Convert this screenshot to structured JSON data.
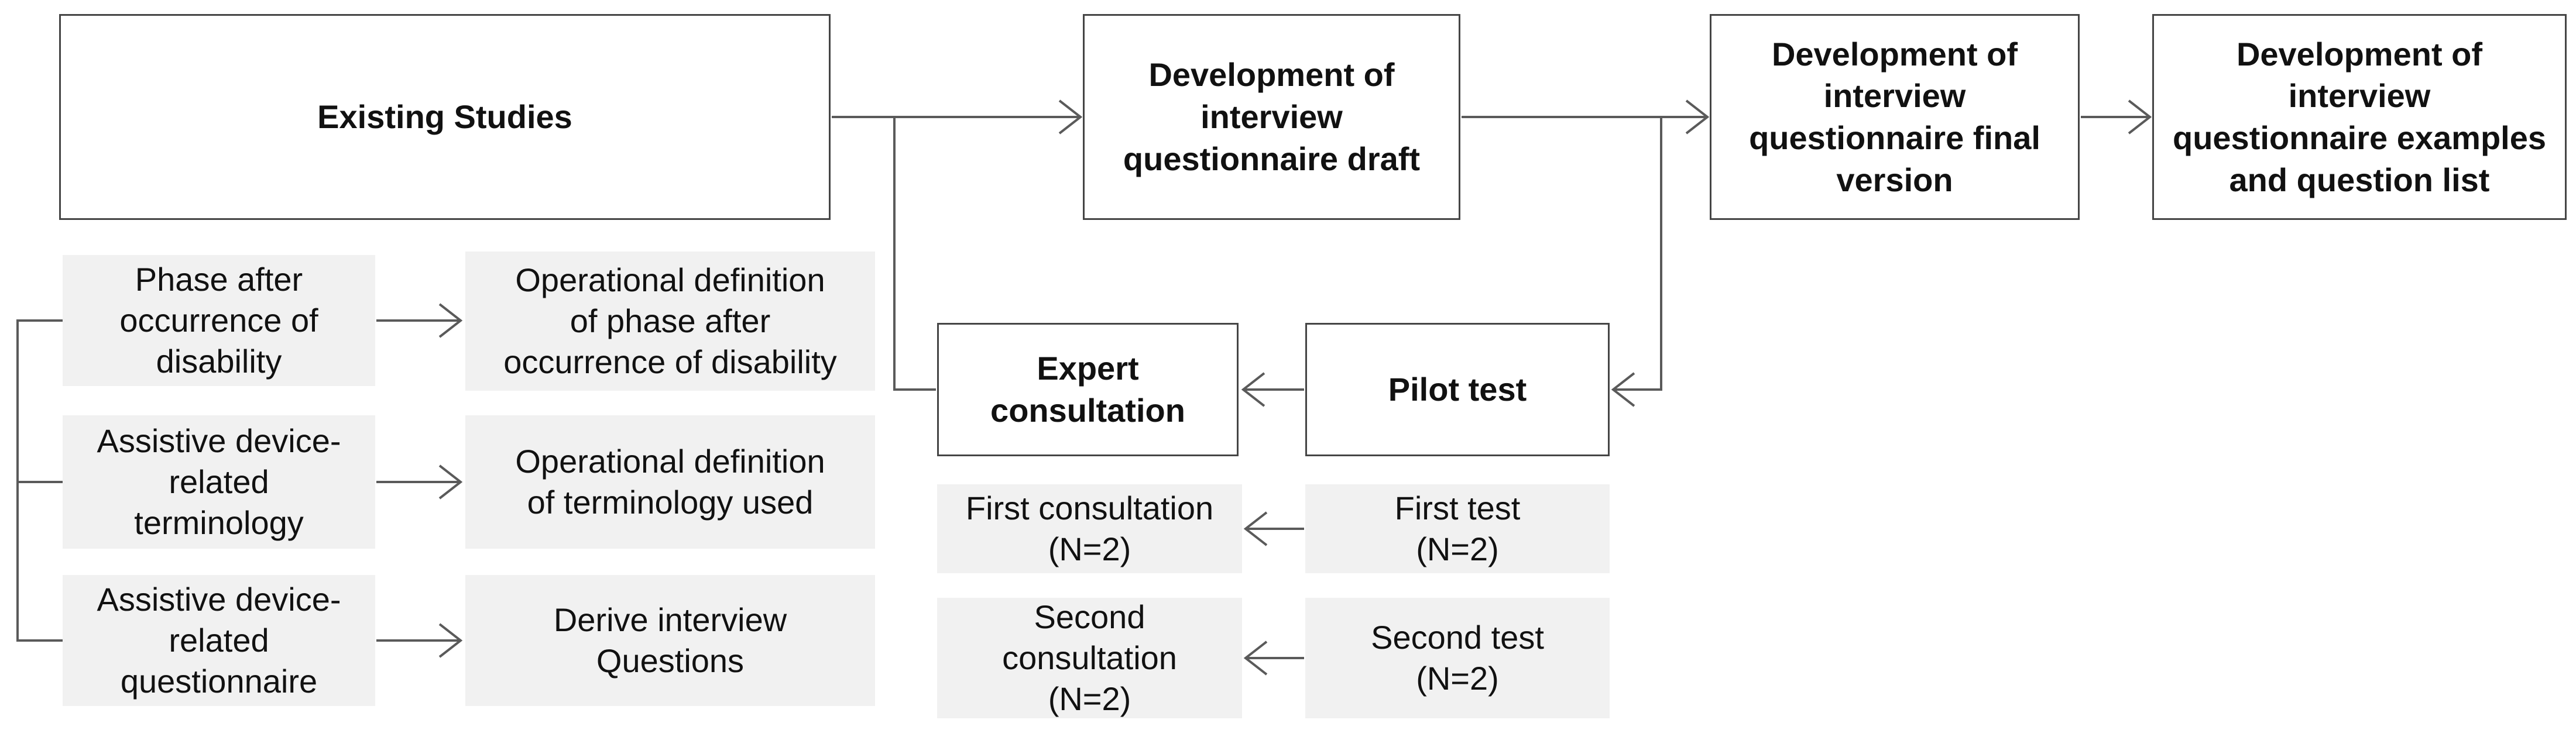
{
  "palette": {
    "background": "#ffffff",
    "box_fill": "#ffffff",
    "box_border": "#454545",
    "gray_fill": "#f1f1f1",
    "line": "#5a5a5a",
    "text": "#111111"
  },
  "top_row": {
    "existing_studies": "Existing Studies",
    "draft": "Development of\ninterview\nquestionnaire draft",
    "final_version": "Development of\ninterview\nquestionnaire final\nversion",
    "examples": "Development of\ninterview\nquestionnaire examples\nand question list"
  },
  "derivation": {
    "phase_source": "Phase after\noccurrence of\ndisability",
    "phase_result": "Operational definition\nof phase after\noccurrence of disability",
    "terminology_source": "Assistive device-\nrelated\nterminology",
    "terminology_result": "Operational definition\nof terminology used",
    "questionnaire_source": "Assistive device-\nrelated\nquestionnaire",
    "questionnaire_result": "Derive interview\nQuestions"
  },
  "validation": {
    "expert_consultation": "Expert\nconsultation",
    "pilot_test": "Pilot test",
    "first_consultation": "First consultation\n(N=2)",
    "first_test": "First test\n(N=2)",
    "second_consultation": "Second\nconsultation\n(N=2)",
    "second_test": "Second test\n(N=2)"
  }
}
